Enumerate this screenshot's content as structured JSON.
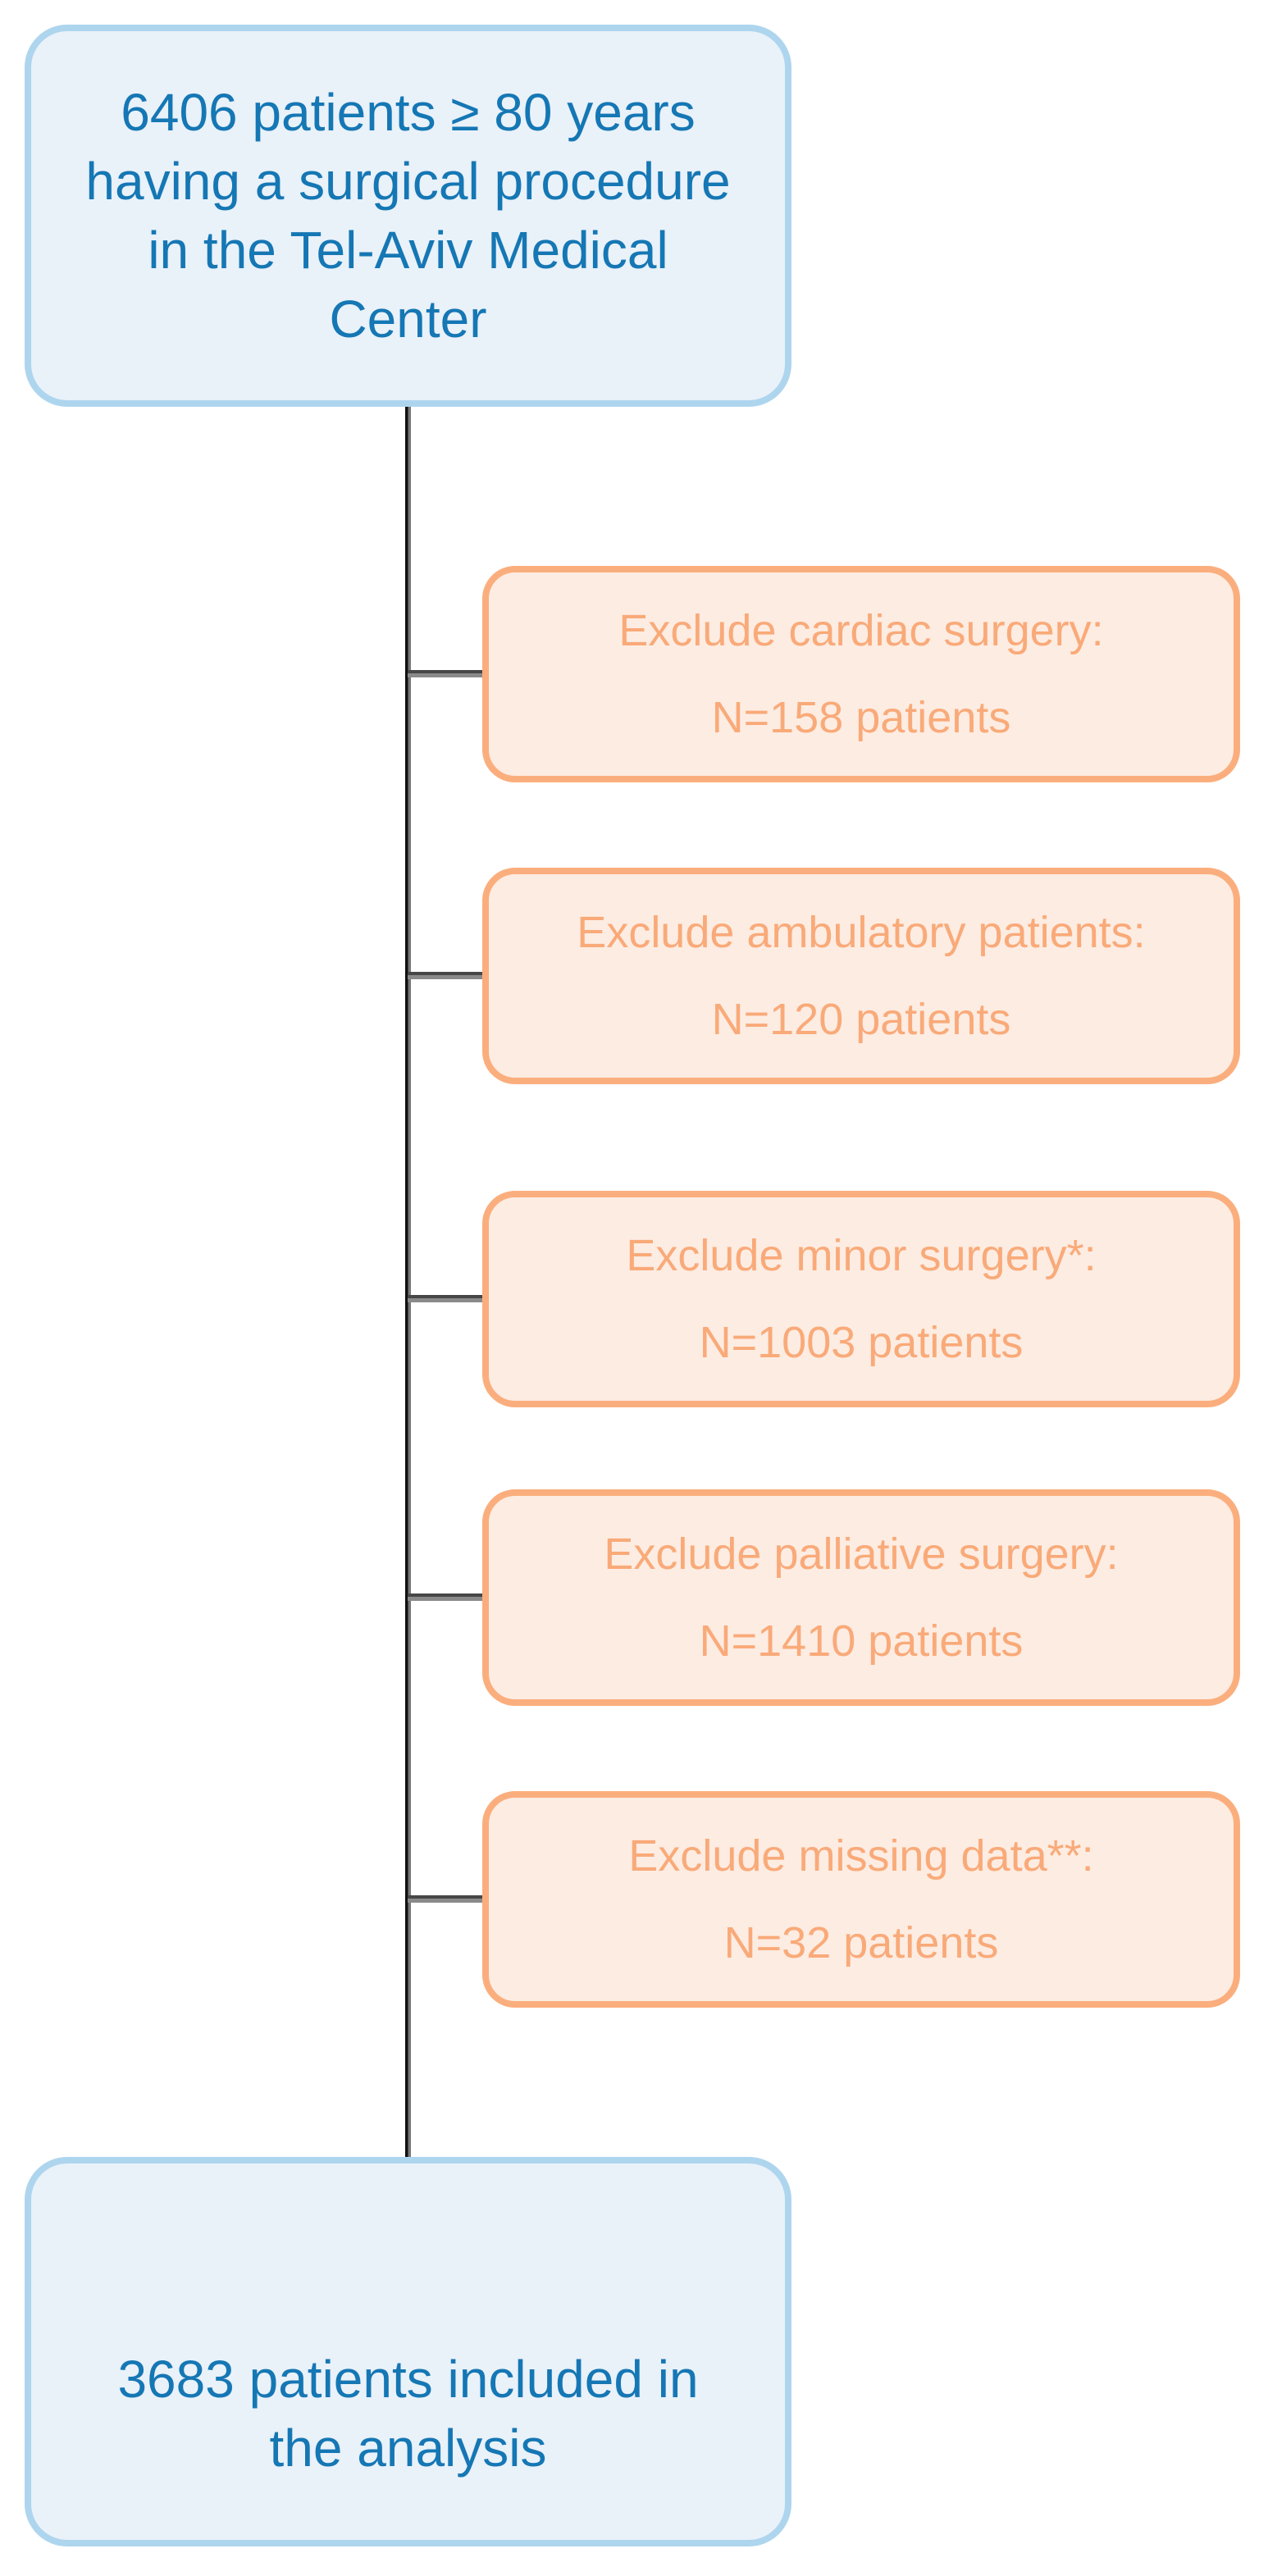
{
  "diagram": {
    "start_box": {
      "lines": [
        "6406 patients ≥ 80 years",
        "having a surgical procedure",
        "in the Tel-Aviv Medical",
        "Center"
      ]
    },
    "exclusions": [
      {
        "label": "Exclude cardiac surgery:",
        "count": "N=158 patients"
      },
      {
        "label": "Exclude ambulatory patients:",
        "count": "N=120 patients"
      },
      {
        "label": "Exclude minor surgery*:",
        "count": "N=1003 patients"
      },
      {
        "label": "Exclude palliative surgery:",
        "count": "N=1410 patients"
      },
      {
        "label": "Exclude missing data**:",
        "count": "N=32 patients"
      }
    ],
    "end_box": {
      "lines": [
        "3683 patients included in",
        "the analysis"
      ]
    },
    "colors": {
      "include_fill": "#e9f1f9",
      "include_border": "#aed5ee",
      "include_text": "#1577b4",
      "exclude_fill": "#fdece2",
      "exclude_border": "#fbae7d",
      "exclude_text": "#f9aa79",
      "connector_dark": "#101010",
      "connector_gray": "#8a8a8a"
    }
  }
}
